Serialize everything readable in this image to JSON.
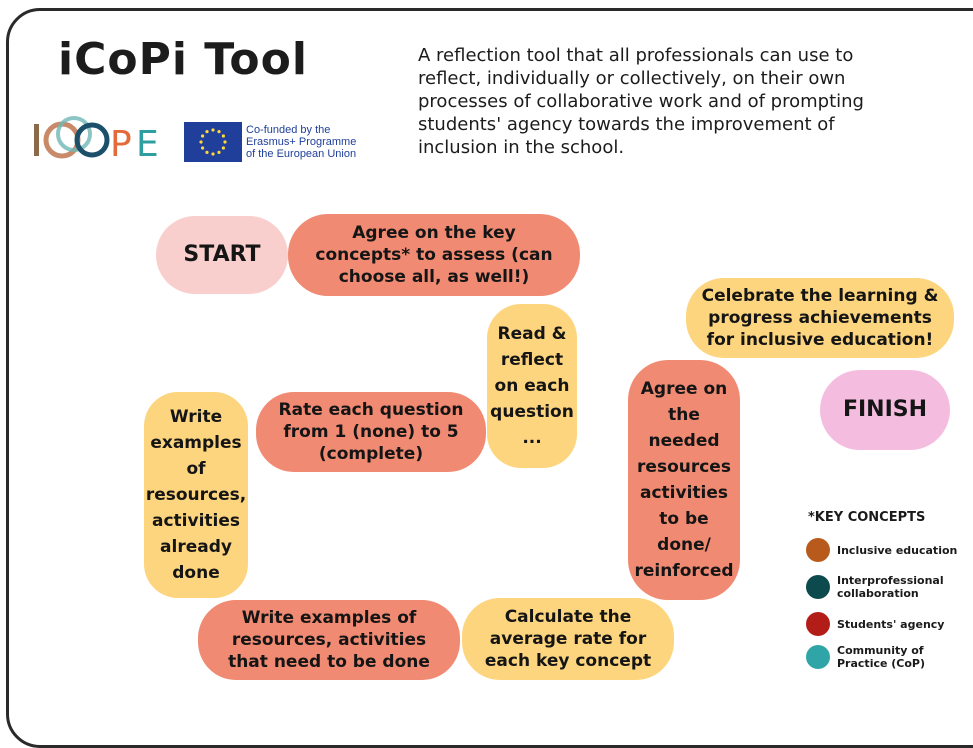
{
  "header": {
    "title": "iCoPi Tool",
    "description": "A reflection tool that all professionals can use to reflect, individually or collectively, on their own processes of collaborative work and of prompting students' agency towards the improvement of inclusion in the school."
  },
  "logos": {
    "icope": "ICOPE",
    "eu_text": [
      "Co-funded by the",
      "Erasmus+ Programme",
      "of the European Union"
    ]
  },
  "steps": {
    "start": "START",
    "agree_concepts": "Agree on the key concepts* to assess (can choose all, as well!)",
    "read_reflect": "Read & reflect on each question ...",
    "rate": "Rate each question from 1 (none) to 5 (complete)",
    "write_done": "Write examples of resources, activities already done",
    "write_needed": "Write examples of resources, activities that need to be done",
    "calculate": "Calculate the average rate for each key concept",
    "agree_resources": "Agree on the needed resources activities to be done/ reinforced",
    "celebrate": "Celebrate the learning & progress achievements for inclusive education!",
    "finish": "FINISH"
  },
  "key_concepts": {
    "title": "*KEY CONCEPTS",
    "items": [
      {
        "label": "Inclusive education",
        "color": "#b85a1c"
      },
      {
        "label": "Interprofessional collaboration",
        "color": "#0d4a4e"
      },
      {
        "label": "Students' agency",
        "color": "#b21e17"
      },
      {
        "label": "Community of Practice (CoP)",
        "color": "#2fa5a8"
      }
    ]
  },
  "colors": {
    "salmon": "#f08a72",
    "yellow": "#fdd57e",
    "start_pink": "#f8cfcd",
    "finish_pink": "#f4bde0"
  }
}
